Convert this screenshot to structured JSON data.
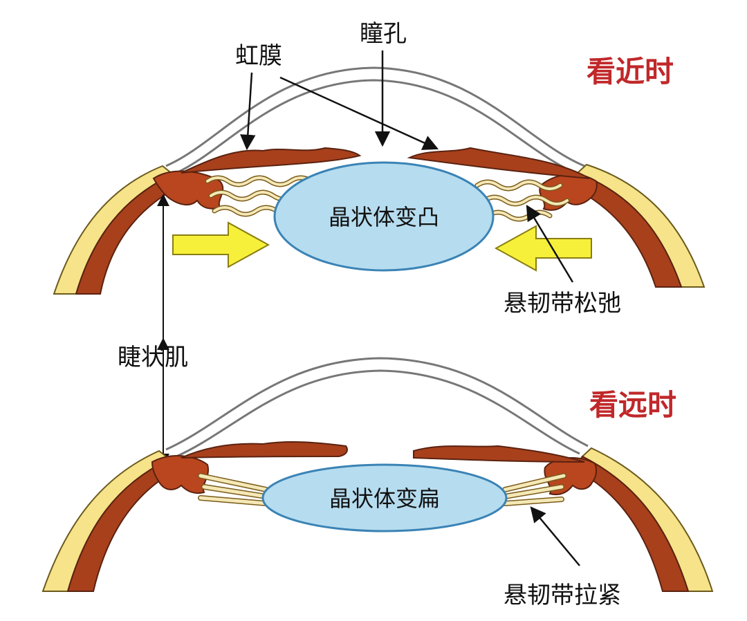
{
  "near": {
    "title": "看近时",
    "lens_label": "晶状体变凸",
    "zonule_label": "悬韧带松弛"
  },
  "far": {
    "title": "看远时",
    "lens_label": "晶状体变扁",
    "zonule_label": "悬韧带拉紧"
  },
  "labels": {
    "iris": "虹膜",
    "pupil": "瞳孔",
    "ciliary_muscle": "睫状肌"
  },
  "colors": {
    "title_red": "#c0282a",
    "sclera_yellow": "#f6e38a",
    "choroid_brown": "#a8401c",
    "muscle_brown": "#b9461f",
    "lens_fill": "#b6dcef",
    "lens_stroke": "#3a83b5",
    "arrow_yellow": "#f6f03a",
    "zonule_cream": "#f4e8b6"
  }
}
